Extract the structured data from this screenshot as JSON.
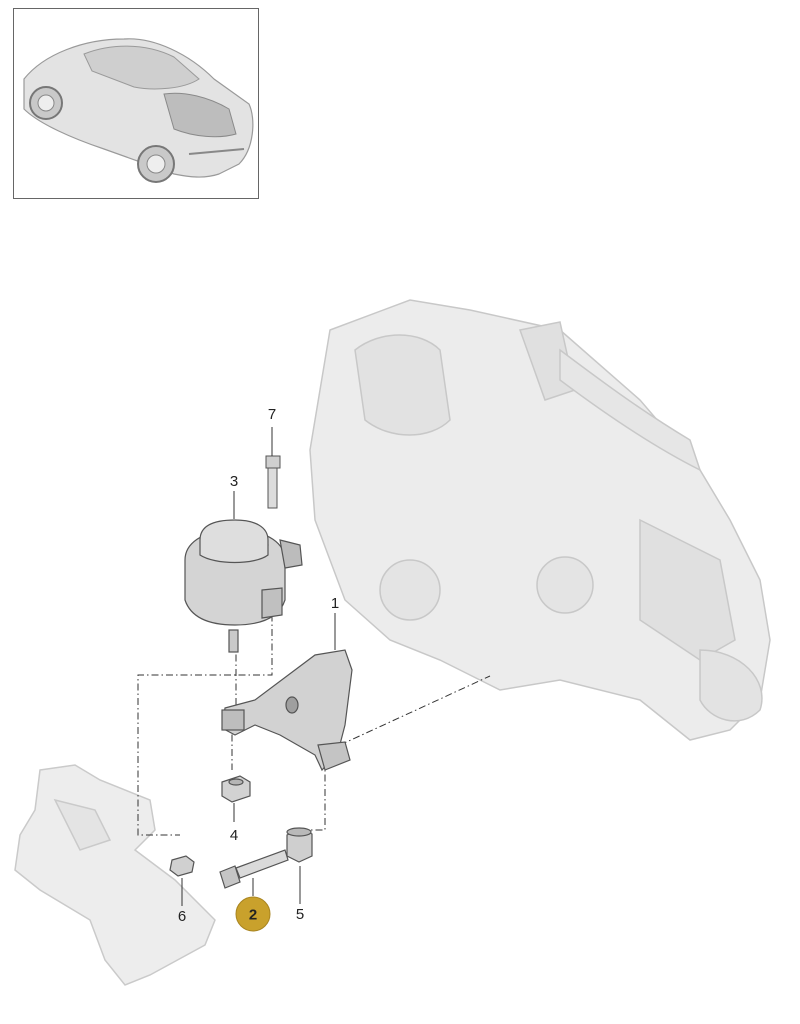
{
  "thumbnail": {
    "icon": "sports-car-icon"
  },
  "diagram": {
    "icon": "transmission-assembly-icon"
  },
  "callouts": [
    {
      "id": "1",
      "label": "1",
      "selected": false
    },
    {
      "id": "2",
      "label": "2",
      "selected": true
    },
    {
      "id": "3",
      "label": "3",
      "selected": false
    },
    {
      "id": "4",
      "label": "4",
      "selected": false
    },
    {
      "id": "5",
      "label": "5",
      "selected": false
    },
    {
      "id": "6",
      "label": "6",
      "selected": false
    },
    {
      "id": "7",
      "label": "7",
      "selected": false
    }
  ],
  "colors": {
    "selected_badge": "#c9a12c",
    "part_fill": "#dcdcdc",
    "part_dark": "#a9a9a9",
    "ghost": "#ececec",
    "line": "#333333"
  }
}
